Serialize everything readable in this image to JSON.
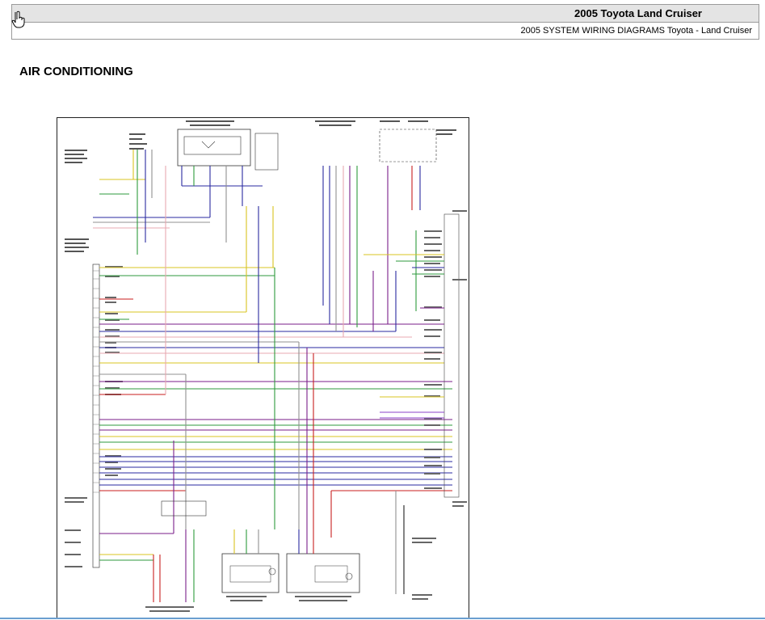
{
  "header": {
    "title": "2005 Toyota Land Cruiser",
    "subtitle": "2005 SYSTEM WIRING DIAGRAMS Toyota - Land Cruiser"
  },
  "page": {
    "title": "AIR CONDITIONING"
  },
  "colors": {
    "header_bg": "#e4e4e4",
    "header_border": "#9a9a9a",
    "wire_blue": "#2a2aa0",
    "wire_green": "#2e9a3c",
    "wire_yellow": "#d8c420",
    "wire_red": "#c81e1e",
    "wire_pink": "#e8a8b0",
    "wire_purple": "#7a1e8a",
    "wire_violet": "#8a40c8",
    "wire_gray": "#909090",
    "wire_black": "#202020"
  },
  "icons": {
    "cursor": "hand-pointer-icon"
  }
}
